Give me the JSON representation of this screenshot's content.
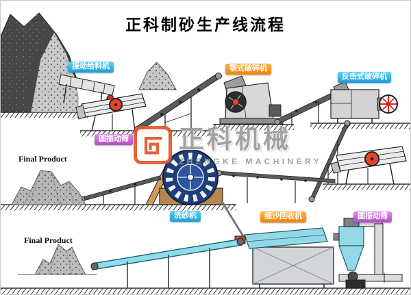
{
  "title": "正科制砂生产线流程",
  "machines": {
    "vibrating_feeder": "振动给料机",
    "jaw_crusher": "颚式破碎机",
    "impact_crusher": "反击式破碎机",
    "circular_screen_top": "圆振动筛",
    "sand_washer": "洗砂机",
    "fine_sand_recycler": "细沙回收机",
    "circular_screen_bottom": "圆振动筛"
  },
  "annotations": {
    "final_product_upper": "Final Product",
    "final_product_lower": "Final Product"
  },
  "watermark": {
    "brand_cn": "正科机械",
    "brand_en": "ZHENGKE MACHINERY"
  },
  "colors": {
    "label_cyan": "#2ab2e8",
    "label_orange": "#f5921e",
    "label_purple": "#c45fd6",
    "accent_red": "#e8432a",
    "belt_cyan": "#8fdcec",
    "washer_wheel_blue": "#1e3f7a",
    "logo_orange": "#e2592e",
    "watermark_gray": "#9b9b9b"
  }
}
